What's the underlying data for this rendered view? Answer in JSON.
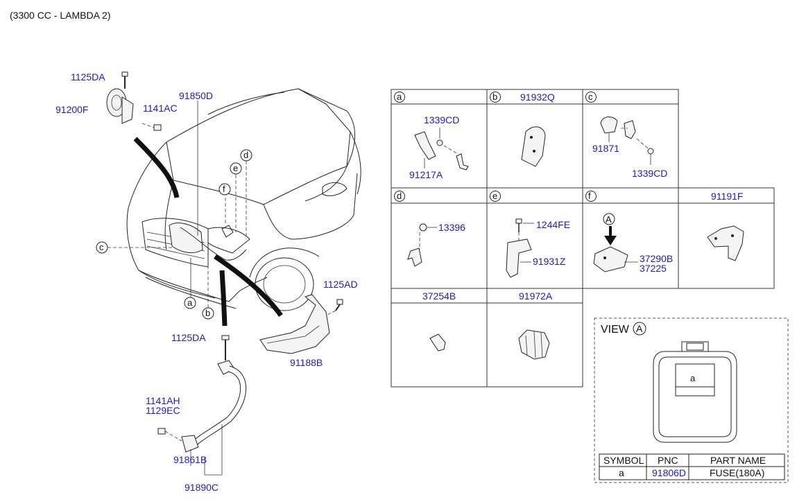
{
  "header": {
    "engine": "(3300 CC - LAMBDA 2)"
  },
  "main_labels": {
    "p1125DA_top": "1125DA",
    "p91200F": "91200F",
    "p1141AC": "1141AC",
    "p91850D": "91850D",
    "p1125AD": "1125AD",
    "p1125DA_bottom": "1125DA",
    "p91188B": "91188B",
    "p1141AH": "1141AH",
    "p1129EC": "1129EC",
    "p91861B": "91861B",
    "p91890C": "91890C"
  },
  "callouts": {
    "a": "a",
    "b": "b",
    "c": "c",
    "d": "d",
    "e": "e",
    "f": "f"
  },
  "grid": {
    "row1": [
      {
        "letter": "a",
        "title": "",
        "parts": [
          "1339CD",
          "91217A"
        ]
      },
      {
        "letter": "b",
        "title": "91932Q",
        "parts": []
      },
      {
        "letter": "c",
        "title": "",
        "parts": [
          "91871",
          "1339CD"
        ]
      }
    ],
    "row2": [
      {
        "letter": "d",
        "title": "",
        "parts": [
          "13396"
        ]
      },
      {
        "letter": "e",
        "title": "",
        "parts": [
          "1244FE",
          "91931Z"
        ]
      },
      {
        "letter": "f",
        "title": "",
        "parts": [
          "37290B",
          "37225"
        ],
        "marker": "A"
      },
      {
        "letter": "",
        "title": "91191F",
        "parts": []
      }
    ],
    "row3": [
      {
        "letter": "",
        "title": "37254B",
        "parts": []
      },
      {
        "letter": "",
        "title": "91972A",
        "parts": []
      }
    ]
  },
  "view": {
    "title": "VIEW",
    "marker": "A",
    "fuse_symbol": "a",
    "table": {
      "headers": [
        "SYMBOL",
        "PNC",
        "PART NAME"
      ],
      "rows": [
        [
          "a",
          "91806D",
          "FUSE(180A)"
        ]
      ]
    }
  },
  "colors": {
    "pnc_blue": "#1a1ad6",
    "line": "#222222"
  }
}
